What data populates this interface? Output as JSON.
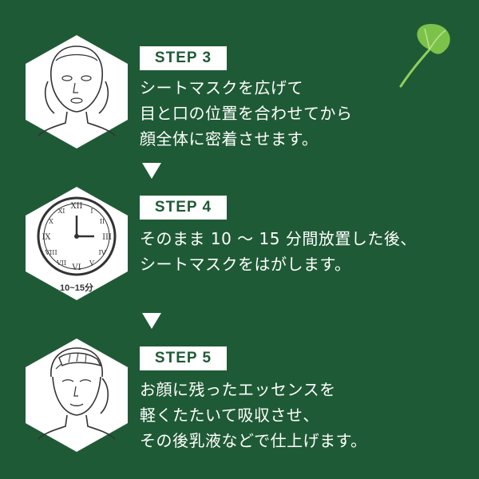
{
  "steps": [
    {
      "label": "STEP 3",
      "lines": [
        "シートマスクを広げて",
        "目と口の位置を合わせてから",
        "顔全体に密着させます。"
      ],
      "illustration": "face-with-sheet-mask-icon"
    },
    {
      "label": "STEP 4",
      "lines": [
        "そのまま 10 ～ 15 分間放置した後、",
        "シートマスクをはがします。"
      ],
      "illustration": "clock-icon",
      "caption": "10~15分"
    },
    {
      "label": "STEP 5",
      "lines": [
        "お顔に残ったエッセンスを",
        "軽くたたいて吸収させ、",
        "その後乳液などで仕上げます。"
      ],
      "illustration": "face-patting-icon"
    }
  ],
  "colors": {
    "background": "#1f5a36",
    "badge_text": "#1f5a36",
    "panel": "#ffffff",
    "leaf": "#7cc24a"
  }
}
